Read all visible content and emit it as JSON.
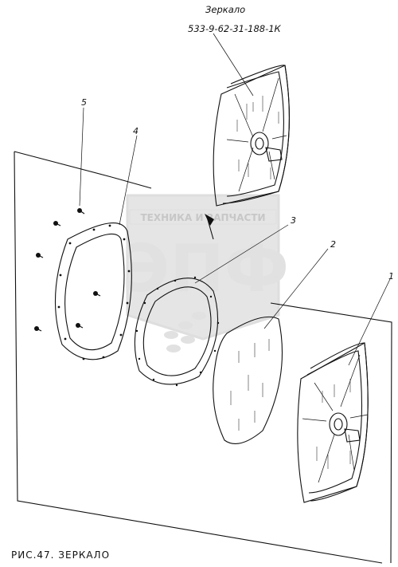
{
  "title": "Зеркало",
  "part_number": "533-9-62-31-188-1К",
  "callouts": [
    "5",
    "4",
    "3",
    "2",
    "1"
  ],
  "caption": "РИС.47. ЗЕРКАЛО",
  "watermark": {
    "line1": "ТЕХНИКА И ЗАПЧАСТИ",
    "letters": "ЭПФ"
  }
}
